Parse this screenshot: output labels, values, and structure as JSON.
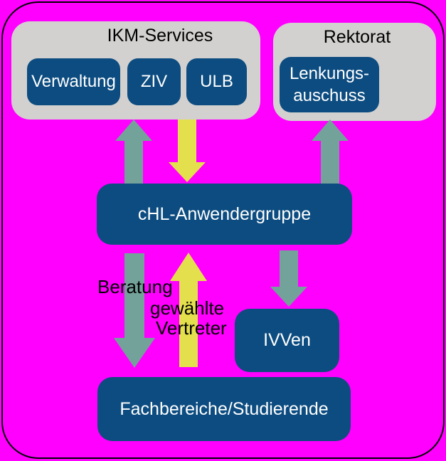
{
  "colors": {
    "background": "#FF00FF",
    "group_fill": "#D2D1CF",
    "box_fill": "#0C4C80",
    "box_text": "#FFFFFF",
    "title_text": "#000000",
    "teal_arrow": "#73A29A",
    "yellow_arrow": "#E4E04D",
    "outer_border": "#000000"
  },
  "groups": {
    "ikm_services": {
      "title": "IKM-Services",
      "boxes": [
        {
          "label": "Verwaltung"
        },
        {
          "label": "ZIV"
        },
        {
          "label": "ULB"
        }
      ]
    },
    "rektorat": {
      "title": "Rektorat",
      "boxes": [
        {
          "line1": "Lenkungs-",
          "line2": "auschuss"
        }
      ]
    }
  },
  "nodes": {
    "anwendergruppe": {
      "label": "cHL-Anwendergruppe"
    },
    "ivven": {
      "label": "IVVen"
    },
    "fachbereiche": {
      "label": "Fachbereiche/Studierende"
    }
  },
  "edge_labels": {
    "beratung": "Beratung",
    "gewaehlte": "gewählte",
    "vertreter": "Vertreter"
  },
  "arrows": [
    {
      "name": "anwendergruppe-to-ikm-services",
      "direction": "up",
      "color": "teal"
    },
    {
      "name": "ikm-services-to-anwendergruppe",
      "direction": "down",
      "color": "yellow"
    },
    {
      "name": "anwendergruppe-to-rektorat",
      "direction": "up",
      "color": "teal"
    },
    {
      "name": "anwendergruppe-to-fachbereiche",
      "direction": "down",
      "color": "teal"
    },
    {
      "name": "fachbereiche-to-anwendergruppe",
      "direction": "up",
      "color": "yellow"
    },
    {
      "name": "anwendergruppe-to-ivven",
      "direction": "down",
      "color": "teal"
    }
  ]
}
